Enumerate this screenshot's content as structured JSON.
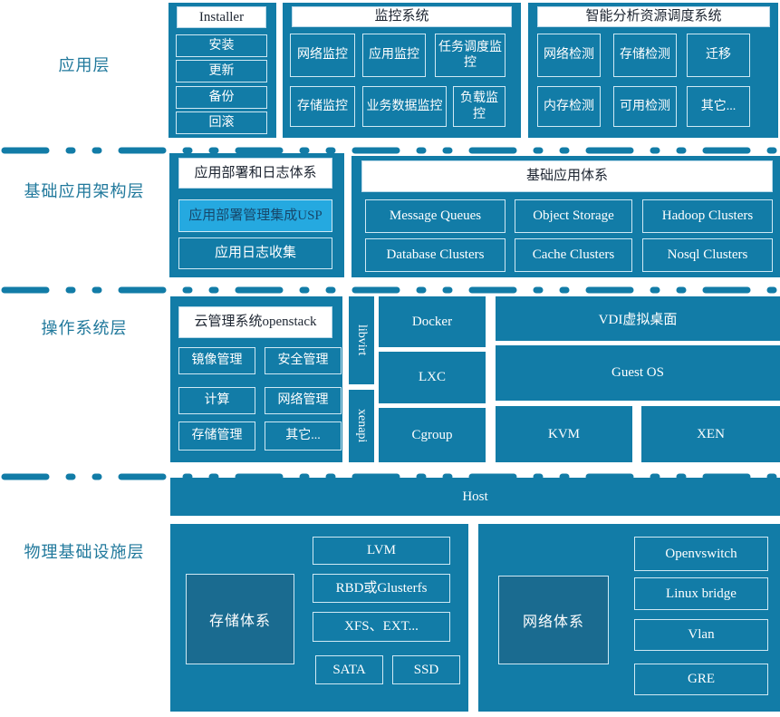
{
  "colors": {
    "primary_blue": "#127CA7",
    "light_blue": "#25A9E0",
    "dark_panel_blue": "#1A6B90",
    "cell_border": "#CFE9F4",
    "label_text": "#21799C"
  },
  "layers": {
    "application": {
      "label": "应用层",
      "installer": {
        "title": "Installer",
        "items": [
          "安装",
          "更新",
          "备份",
          "回滚"
        ]
      },
      "monitoring": {
        "title": "监控系统",
        "row1": [
          "网络监控",
          "应用监控",
          "任务调度监控"
        ],
        "row2": [
          "存储监控",
          "业务数据监控",
          "负载监控"
        ]
      },
      "scheduler": {
        "title": "智能分析资源调度系统",
        "row1": [
          "网络检测",
          "存储检测",
          "迁移"
        ],
        "row2": [
          "内存检测",
          "可用检测",
          "其它..."
        ]
      }
    },
    "base_app": {
      "label": "基础应用架构层",
      "deploy_log": {
        "title": "应用部署和日志体系",
        "usp": "应用部署管理集成USP",
        "log_collect": "应用日志收集"
      },
      "base_system": {
        "title": "基础应用体系",
        "row1": [
          "Message Queues",
          "Object Storage",
          "Hadoop Clusters"
        ],
        "row2": [
          "Database Clusters",
          "Cache Clusters",
          "Nosql Clusters"
        ]
      }
    },
    "os": {
      "label": "操作系统层",
      "cloud_mgmt": {
        "title": "云管理系统openstack",
        "cells": [
          "镜像管理",
          "安全管理",
          "计算",
          "网络管理",
          "存储管理",
          "其它..."
        ]
      },
      "libvirt": "libvirt",
      "xenapi": "xenapi",
      "docker": "Docker",
      "lxc": "LXC",
      "cgroup": "Cgroup",
      "vdi": "VDI虚拟桌面",
      "guest_os": "Guest OS",
      "kvm": "KVM",
      "xen": "XEN"
    },
    "physical": {
      "label": "物理基础设施层",
      "host": "Host",
      "storage": {
        "title": "存储体系",
        "items": [
          "LVM",
          "RBD或Glusterfs",
          "XFS、EXT...",
          "SATA",
          "SSD"
        ]
      },
      "network": {
        "title": "网络体系",
        "items": [
          "Openvswitch",
          "Linux bridge",
          "Vlan",
          "GRE"
        ]
      }
    }
  }
}
